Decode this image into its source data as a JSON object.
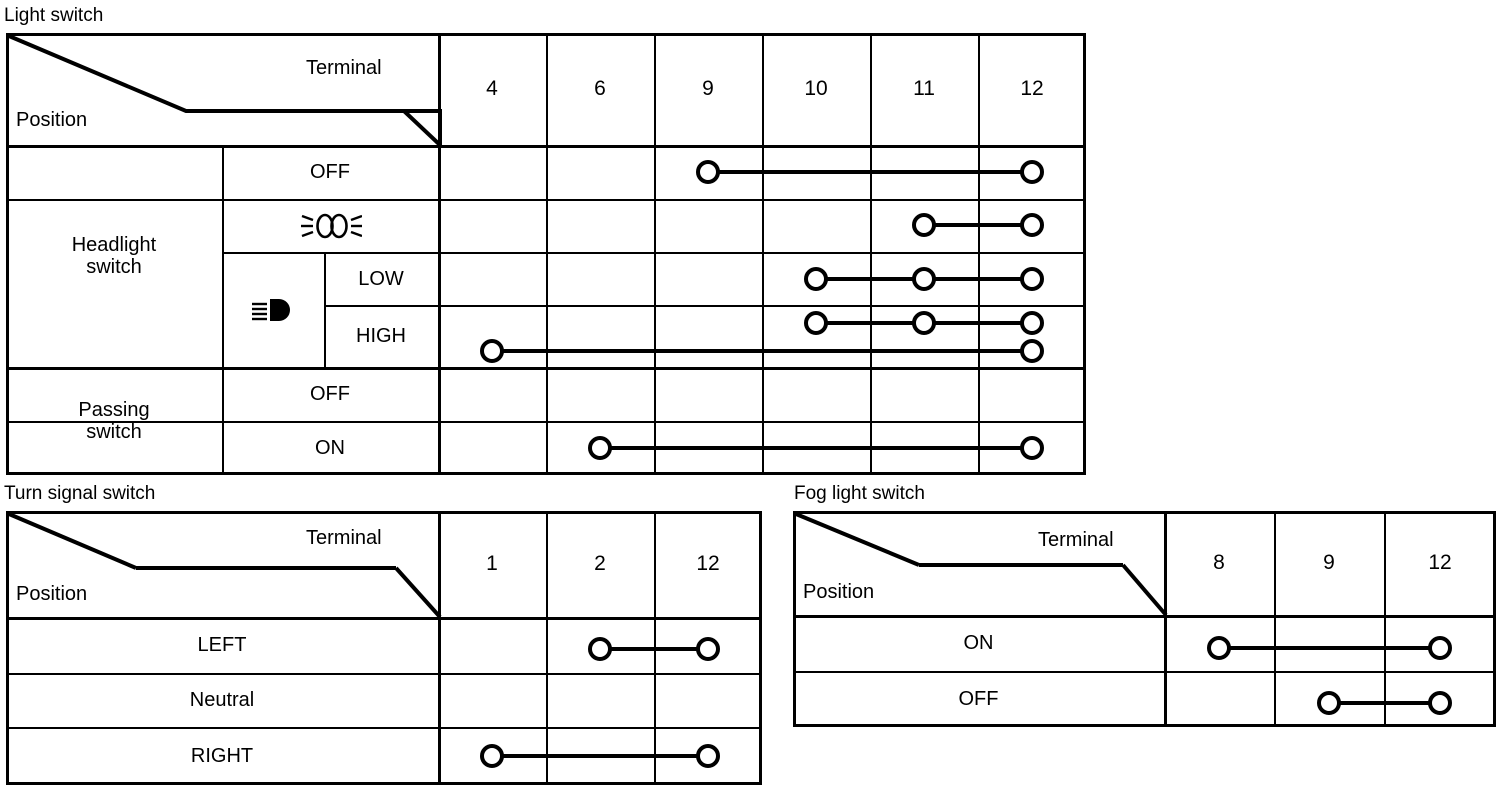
{
  "tables": [
    {
      "id": "light-switch",
      "caption": "Light switch",
      "header": {
        "terminal_label": "Terminal",
        "position_label": "Position"
      },
      "terminals": [
        "4",
        "6",
        "9",
        "10",
        "11",
        "12"
      ],
      "groups": [
        {
          "label": "Headlight\nswitch",
          "rows": [
            {
              "label": "OFF",
              "type": "text",
              "connections": [
                [
                  "9",
                  "12"
                ]
              ]
            },
            {
              "label": "parking-light-icon",
              "type": "icon",
              "icon": "parking-light",
              "connections": [
                [
                  "11",
                  "12"
                ]
              ]
            },
            {
              "label": "LOW",
              "type": "text",
              "sub_icon": "headlight",
              "connections": [
                [
                  "10",
                  "11",
                  "12"
                ]
              ]
            },
            {
              "label": "HIGH",
              "type": "text",
              "sub_icon": "headlight",
              "connections": [
                [
                  "10",
                  "11",
                  "12"
                ],
                [
                  "4",
                  "12"
                ]
              ]
            }
          ]
        },
        {
          "label": "Passing\nswitch",
          "rows": [
            {
              "label": "OFF",
              "type": "text",
              "connections": []
            },
            {
              "label": "ON",
              "type": "text",
              "connections": [
                [
                  "6",
                  "12"
                ]
              ]
            }
          ]
        }
      ]
    },
    {
      "id": "turn-signal-switch",
      "caption": "Turn signal switch",
      "header": {
        "terminal_label": "Terminal",
        "position_label": "Position"
      },
      "terminals": [
        "1",
        "2",
        "12"
      ],
      "groups": [
        {
          "label": "",
          "rows": [
            {
              "label": "LEFT",
              "type": "text",
              "connections": [
                [
                  "2",
                  "12"
                ]
              ]
            },
            {
              "label": "Neutral",
              "type": "text",
              "connections": []
            },
            {
              "label": "RIGHT",
              "type": "text",
              "connections": [
                [
                  "1",
                  "12"
                ]
              ]
            }
          ]
        }
      ]
    },
    {
      "id": "fog-light-switch",
      "caption": "Fog light switch",
      "header": {
        "terminal_label": "Terminal",
        "position_label": "Position"
      },
      "terminals": [
        "8",
        "9",
        "12"
      ],
      "groups": [
        {
          "label": "",
          "rows": [
            {
              "label": "ON",
              "type": "text",
              "connections": [
                [
                  "8",
                  "12"
                ]
              ]
            },
            {
              "label": "OFF",
              "type": "text",
              "connections": [
                [
                  "9",
                  "12"
                ]
              ]
            }
          ]
        }
      ]
    }
  ],
  "colors": {
    "ink": "#000000",
    "paper": "#ffffff"
  }
}
